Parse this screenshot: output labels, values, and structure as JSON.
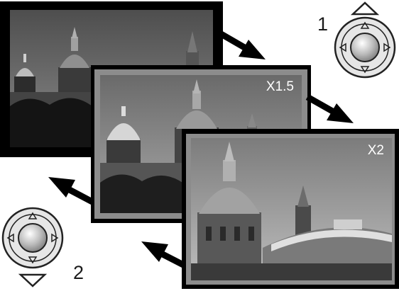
{
  "steps": [
    {
      "label": "1",
      "pressed_key": "up"
    },
    {
      "label": "2",
      "pressed_key": "down"
    }
  ],
  "frames": [
    {
      "id": "view-normal",
      "zoom_label": ""
    },
    {
      "id": "view-zoom-1-5",
      "zoom_label": "X1.5"
    },
    {
      "id": "view-zoom-2",
      "zoom_label": "X2"
    }
  ]
}
